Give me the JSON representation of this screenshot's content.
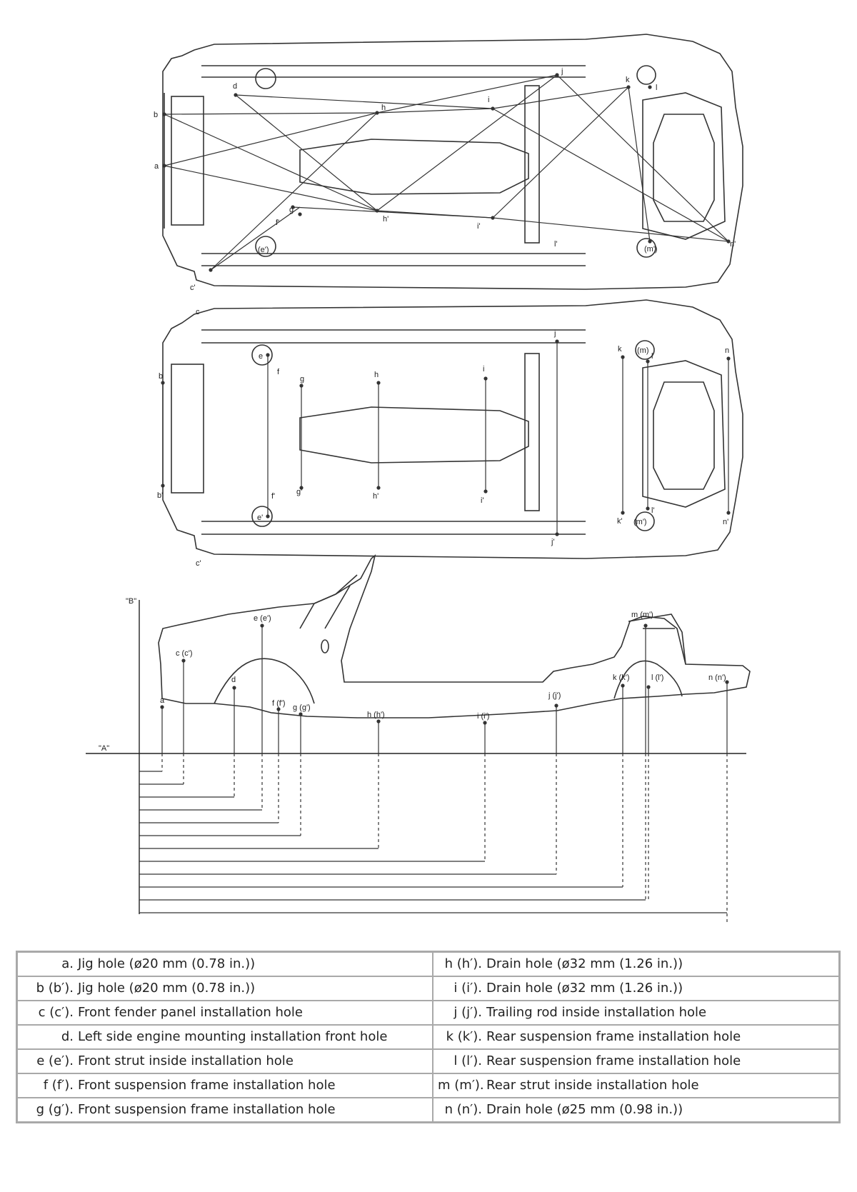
{
  "top_view": {
    "points": [
      {
        "label": "a"
      },
      {
        "label": "b"
      },
      {
        "label": "c'"
      },
      {
        "label": "d"
      },
      {
        "label": "(e')"
      },
      {
        "label": "h"
      },
      {
        "label": "i"
      },
      {
        "label": "j"
      },
      {
        "label": "k"
      },
      {
        "label": "l"
      },
      {
        "label": "g'"
      },
      {
        "label": "f'"
      },
      {
        "label": "h'"
      },
      {
        "label": "i'"
      },
      {
        "label": "l'"
      },
      {
        "label": "(m')"
      },
      {
        "label": "n'"
      }
    ]
  },
  "middle_view": {
    "points": [
      {
        "label": "c"
      },
      {
        "label": "b"
      },
      {
        "label": "b'"
      },
      {
        "label": "c'"
      },
      {
        "label": "e"
      },
      {
        "label": "f"
      },
      {
        "label": "g"
      },
      {
        "label": "h"
      },
      {
        "label": "i"
      },
      {
        "label": "j"
      },
      {
        "label": "k"
      },
      {
        "label": "(m)"
      },
      {
        "label": "l"
      },
      {
        "label": "n"
      },
      {
        "label": "e'"
      },
      {
        "label": "f'"
      },
      {
        "label": "g'"
      },
      {
        "label": "h'"
      },
      {
        "label": "i'"
      },
      {
        "label": "j'"
      },
      {
        "label": "k'"
      },
      {
        "label": "(m')"
      },
      {
        "label": "l'"
      },
      {
        "label": "n'"
      }
    ]
  },
  "side_view": {
    "axis_a": "\"A\"",
    "axis_b": "\"B\"",
    "points": [
      {
        "label": "a"
      },
      {
        "label": "c (c')"
      },
      {
        "label": "d"
      },
      {
        "label": "e (e')"
      },
      {
        "label": "f (f')"
      },
      {
        "label": "g (g')"
      },
      {
        "label": "h (h')"
      },
      {
        "label": "i (i')"
      },
      {
        "label": "j (j')"
      },
      {
        "label": "k (k')"
      },
      {
        "label": "m (m')"
      },
      {
        "label": "l (l')"
      },
      {
        "label": "n (n')"
      }
    ]
  },
  "legend": [
    [
      {
        "code": "a.",
        "text": "Jig hole (ø20 mm (0.78 in.))"
      },
      {
        "code": "h (h′).",
        "text": "Drain hole (ø32 mm (1.26 in.))"
      }
    ],
    [
      {
        "code": "b (b′).",
        "text": "Jig hole (ø20 mm (0.78 in.))"
      },
      {
        "code": "i (i′).",
        "text": "Drain hole (ø32 mm (1.26 in.))"
      }
    ],
    [
      {
        "code": "c (c′).",
        "text": "Front fender panel installation hole"
      },
      {
        "code": "j (j′).",
        "text": "Trailing rod inside installation hole"
      }
    ],
    [
      {
        "code": "d.",
        "text": "Left side engine mounting installation front hole"
      },
      {
        "code": "k (k′).",
        "text": "Rear suspension frame installation hole"
      }
    ],
    [
      {
        "code": "e (e′).",
        "text": "Front strut inside installation hole"
      },
      {
        "code": "l (l′).",
        "text": "Rear suspension frame installation hole"
      }
    ],
    [
      {
        "code": "f (f′).",
        "text": "Front suspension frame installation hole"
      },
      {
        "code": "m (m′).",
        "text": "Rear strut inside installation hole"
      }
    ],
    [
      {
        "code": "g (g′).",
        "text": "Front suspension frame installation hole"
      },
      {
        "code": "n (n′).",
        "text": "Drain hole (ø25 mm (0.98 in.))"
      }
    ]
  ]
}
